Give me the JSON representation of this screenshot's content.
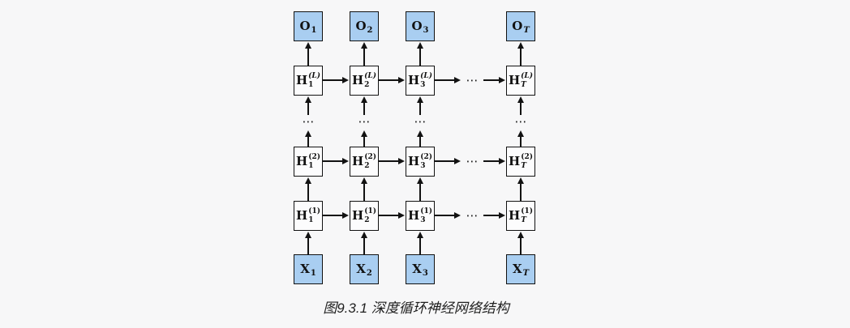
{
  "colors": {
    "background": "#f7f7f8",
    "box_border": "#121212",
    "io_fill": "#a9cef1",
    "hidden_fill": "#fcfcfd",
    "caption_text": "#1f1f1f"
  },
  "caption": "图9.3.1  深度循环神经网络结构",
  "diagram": {
    "ellipsis": "⋯",
    "time_steps": [
      {
        "sub": "1",
        "italic": false
      },
      {
        "sub": "2",
        "italic": false
      },
      {
        "sub": "3",
        "italic": false
      },
      {
        "sub": "T",
        "italic": true
      }
    ],
    "rows": [
      {
        "id": "output",
        "base": "O",
        "sup": "",
        "sup_italic": false,
        "kind": "io"
      },
      {
        "id": "hidden-L",
        "base": "H",
        "sup": "(L)",
        "sup_italic": true,
        "kind": "hidden"
      },
      {
        "id": "hidden-2",
        "base": "H",
        "sup": "(2)",
        "sup_italic": false,
        "kind": "hidden"
      },
      {
        "id": "hidden-1",
        "base": "H",
        "sup": "(1)",
        "sup_italic": false,
        "kind": "hidden"
      },
      {
        "id": "input",
        "base": "X",
        "sup": "",
        "sup_italic": false,
        "kind": "io"
      }
    ]
  }
}
